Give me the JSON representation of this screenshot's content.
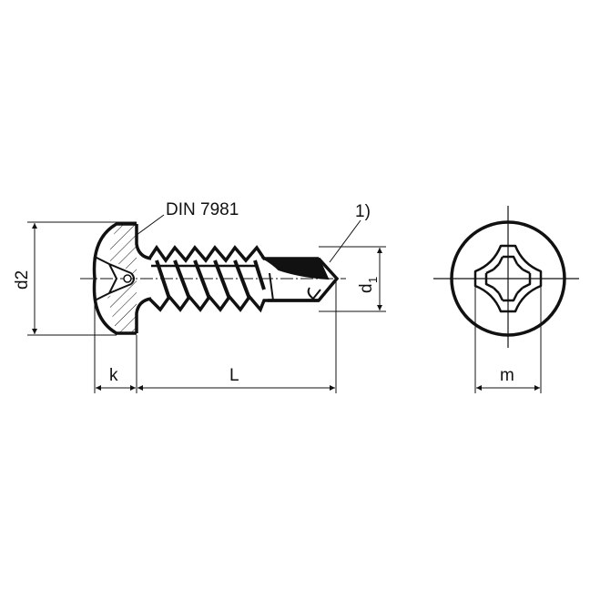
{
  "drawing": {
    "title_label": "DIN 7981",
    "note_label": "1)",
    "line_color": "#111111",
    "background": "#ffffff",
    "dimensions": {
      "head_diameter": "d2",
      "head_height": "k",
      "length": "L",
      "shank_diameter_main": "d",
      "shank_diameter_sub": "1",
      "recess_width": "m"
    },
    "views": [
      "side-view",
      "top-view"
    ]
  }
}
